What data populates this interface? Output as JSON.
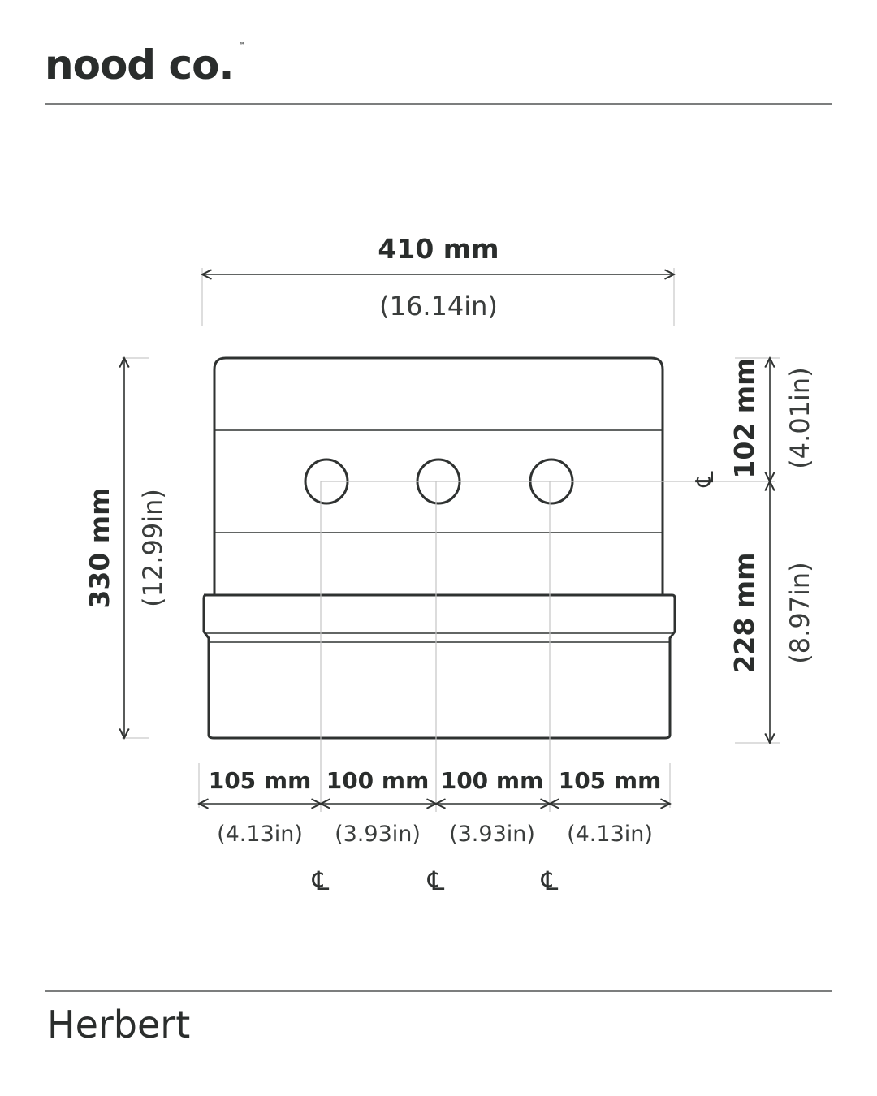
{
  "brand": {
    "name": "nood co.",
    "trademark": "™"
  },
  "product_name": "Herbert",
  "dimensions": {
    "overall_width": {
      "mm": "410 mm",
      "in": "(16.14in)"
    },
    "overall_height": {
      "mm": "330 mm",
      "in": "(12.99in)"
    },
    "top_to_centerline": {
      "mm": "102 mm",
      "in": "(4.01in)"
    },
    "centerline_to_bottom": {
      "mm": "228 mm",
      "in": "(8.97in)"
    },
    "spacing": [
      {
        "mm": "105 mm",
        "in": "(4.13in)"
      },
      {
        "mm": "100 mm",
        "in": "(3.93in)"
      },
      {
        "mm": "100 mm",
        "in": "(3.93in)"
      },
      {
        "mm": "105 mm",
        "in": "(4.13in)"
      }
    ]
  },
  "centerline_symbol": "℄",
  "colors": {
    "ink": "#2a2d2c",
    "centerline": "#c4c4c4"
  }
}
